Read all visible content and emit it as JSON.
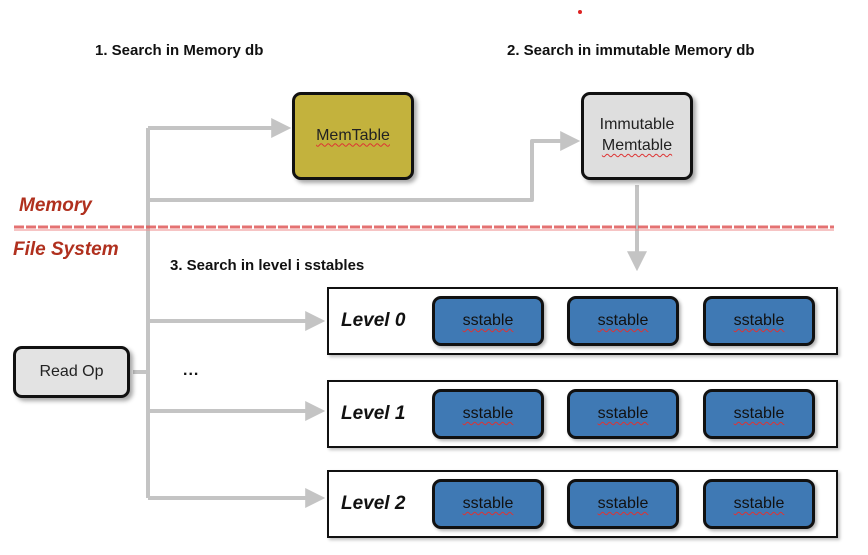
{
  "headings": {
    "step1": "1. Search in Memory db",
    "step2": "2. Search in immutable Memory db",
    "step3": "3. Search in level i sstables"
  },
  "sections": {
    "memory": "Memory",
    "file_system": "File System"
  },
  "nodes": {
    "memtable": "MemTable",
    "immutable_line1": "Immutable",
    "immutable_line2": "Memtable",
    "read_op": "Read Op"
  },
  "ellipsis": "...",
  "levels": [
    {
      "label": "Level 0",
      "sstables": [
        "sstable",
        "sstable",
        "sstable"
      ]
    },
    {
      "label": "Level 1",
      "sstables": [
        "sstable",
        "sstable",
        "sstable"
      ]
    },
    {
      "label": "Level 2",
      "sstables": [
        "sstable",
        "sstable",
        "sstable"
      ]
    }
  ],
  "colors": {
    "memtable": "#c3b23d",
    "immutable": "#dedede",
    "sstable": "#3f79b4",
    "divider": "#e05a5a",
    "section_label": "#b0301e",
    "arrow": "#c4c4c4"
  }
}
